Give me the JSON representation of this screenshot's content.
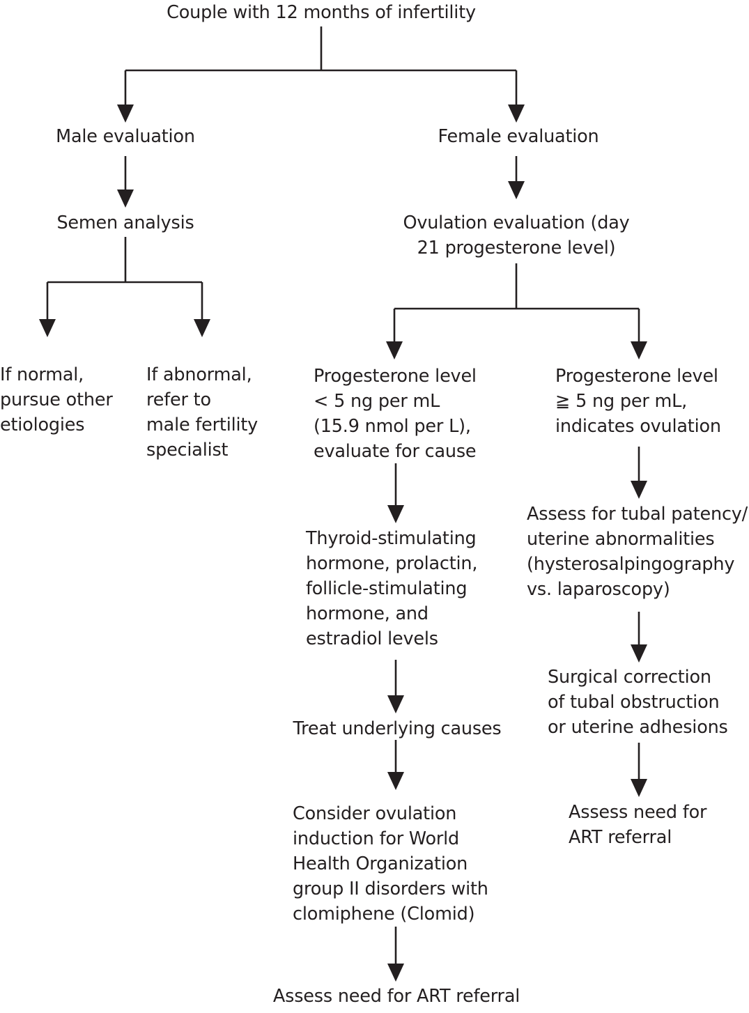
{
  "diagram": {
    "title_text": "Couple with 12 months of infertility",
    "type": "flowchart",
    "orientation": "top-down",
    "nodes": {
      "root": "Couple with 12 months of infertility",
      "male_evaluation": "Male evaluation",
      "female_evaluation": "Female evaluation",
      "semen_analysis": "Semen analysis",
      "semen_normal": "If normal,\npursue other\netiologies",
      "semen_abnormal": "If abnormal,\nrefer to\nmale fertility\nspecialist",
      "ovulation_evaluation": "Ovulation evaluation (day\n21 progesterone level)",
      "progesterone_low": "Progesterone level\n< 5 ng per mL\n(15.9 nmol per L),\nevaluate for cause",
      "progesterone_high": "Progesterone level\n≧ 5 ng per mL,\nindicates ovulation",
      "hormone_panel": "Thyroid-stimulating\nhormone, prolactin,\nfollicle-stimulating\nhormone, and\nestradiol levels",
      "treat_causes": "Treat underlying causes",
      "ovulation_induction": "Consider ovulation\ninduction for World\nHealth Organization\ngroup II disorders with\nclomiphene (Clomid)",
      "art_referral_center": "Assess need for ART referral",
      "tubal_patency": "Assess for tubal patency/\nuterine abnormalities\n(hysterosalpingography\nvs. laparoscopy)",
      "surgical_correction": "Surgical correction\nof tubal obstruction\nor uterine adhesions",
      "art_referral_right": "Assess need for\nART referral"
    },
    "colors": {
      "ink": "#231f20",
      "background": "#ffffff"
    }
  }
}
